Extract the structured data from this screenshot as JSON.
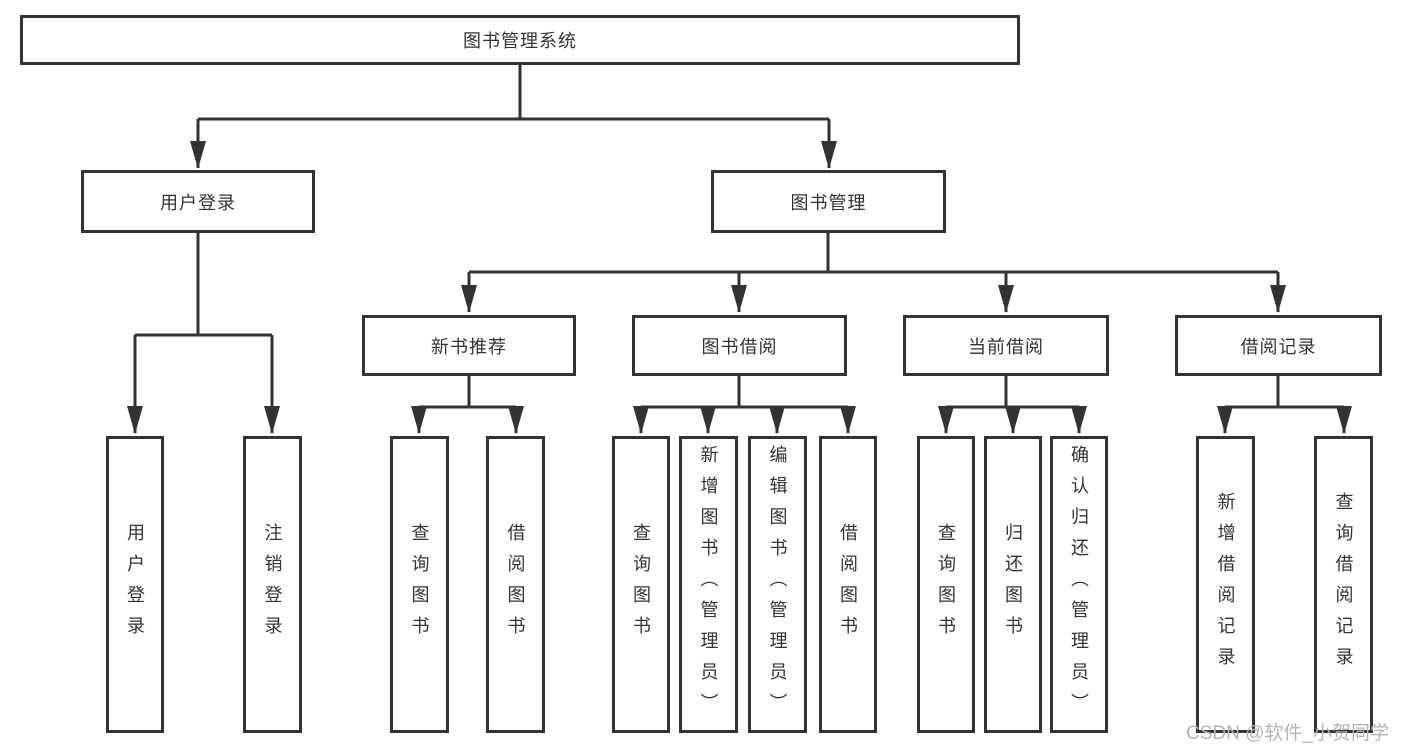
{
  "tree": {
    "root": {
      "label": "图书管理系统"
    },
    "branches": [
      {
        "label": "用户登录",
        "leaves": [
          {
            "label": "用户登录"
          },
          {
            "label": "注销登录"
          }
        ]
      },
      {
        "label": "图书管理",
        "groups": [
          {
            "label": "新书推荐",
            "leaves": [
              {
                "label": "查询图书"
              },
              {
                "label": "借阅图书"
              }
            ]
          },
          {
            "label": "图书借阅",
            "leaves": [
              {
                "label": "查询图书"
              },
              {
                "label": "新增图书（管理员）"
              },
              {
                "label": "编辑图书（管理员）"
              },
              {
                "label": "借阅图书"
              }
            ]
          },
          {
            "label": "当前借阅",
            "leaves": [
              {
                "label": "查询图书"
              },
              {
                "label": "归还图书"
              },
              {
                "label": "确认归还（管理员）"
              }
            ]
          },
          {
            "label": "借阅记录",
            "leaves": [
              {
                "label": "新增借阅记录"
              },
              {
                "label": "查询借阅记录"
              }
            ]
          }
        ]
      }
    ]
  },
  "watermark": {
    "text": "CSDN @软件_小贺同学"
  },
  "colors": {
    "line": "#333333",
    "box_border": "#333333",
    "text": "#333333",
    "watermark_text": "#b5b5b5",
    "background": "#ffffff"
  }
}
